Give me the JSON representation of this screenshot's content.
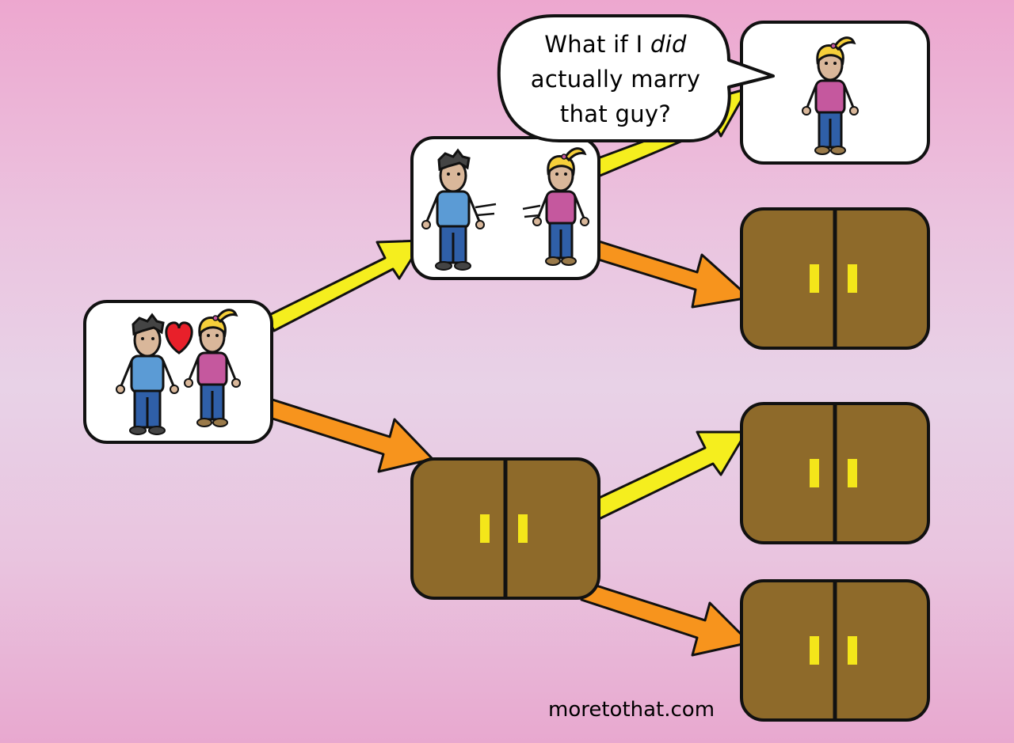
{
  "speech": {
    "line1_prefix": "What if I ",
    "line1_emphasis": "did",
    "line2": "actually marry",
    "line3": "that guy?"
  },
  "credit": "moretothat.com",
  "colors": {
    "yellow_arrow": "#f5ee1e",
    "orange_arrow": "#f7941d",
    "door": "#8e6a2a",
    "door_handle": "#f4e61a",
    "man_shirt": "#5b9bd5",
    "woman_shirt": "#c5589e",
    "hair_blonde": "#f6cf3a",
    "heart": "#e8202a"
  }
}
